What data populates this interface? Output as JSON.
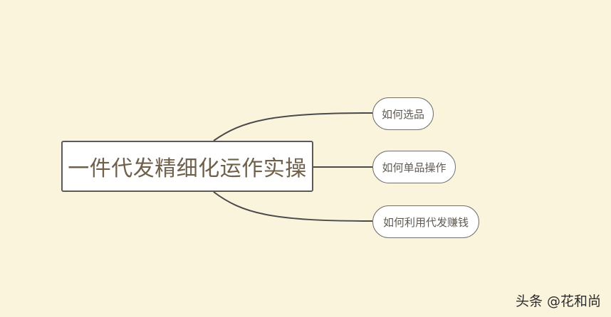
{
  "mindmap": {
    "root": {
      "label": "一件代发精细化运作实操"
    },
    "branches": [
      {
        "label": "如何选品"
      },
      {
        "label": "如何单品操作"
      },
      {
        "label": "如何利用代发赚钱"
      }
    ]
  },
  "watermark": {
    "text": "头条 @花和尚"
  },
  "colors": {
    "background": "#fbf4dc",
    "node_fill": "#ffffff",
    "root_border": "#5a5a5a",
    "branch_border": "#707070",
    "connector": "#4a4a4a",
    "root_text": "#6f604b",
    "branch_text": "#605a52"
  }
}
